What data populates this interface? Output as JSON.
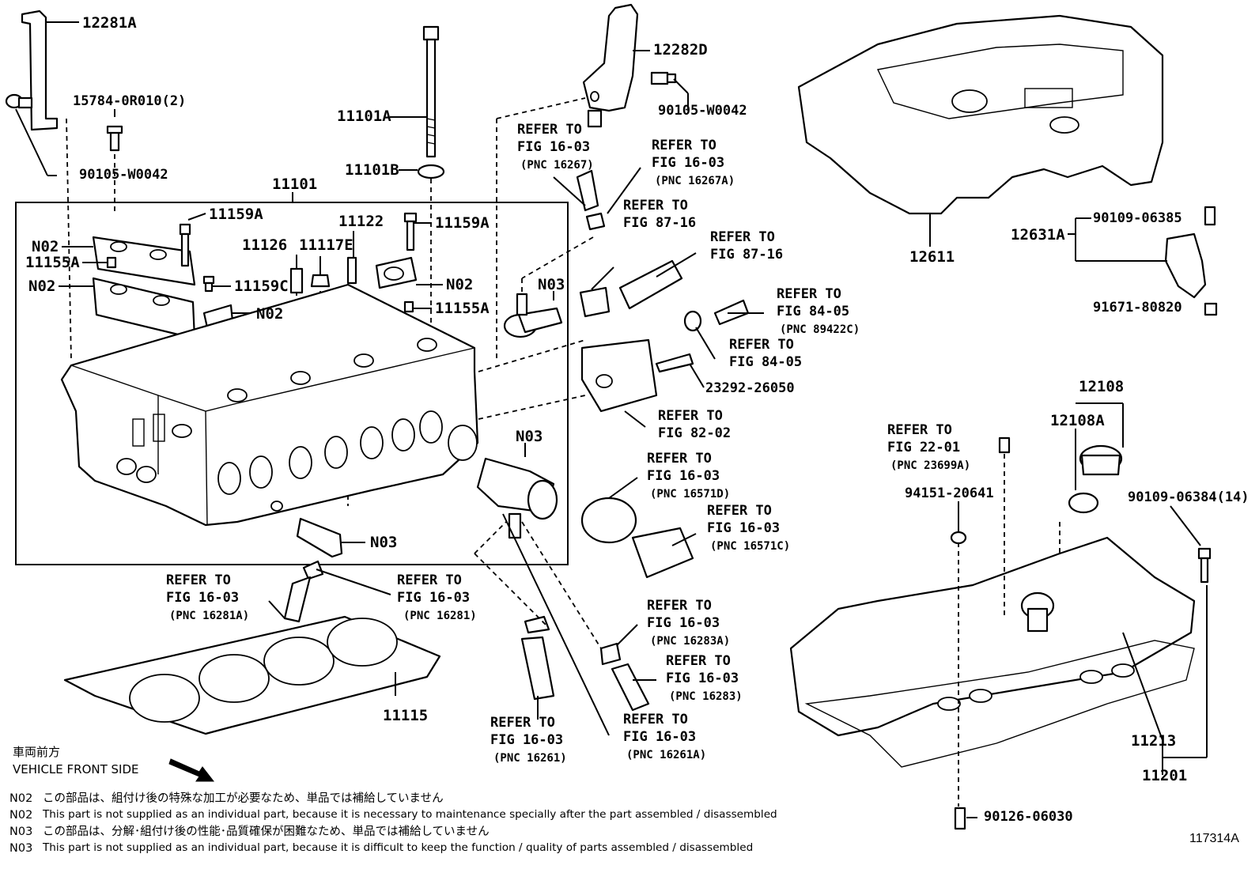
{
  "diagram": {
    "figure_id": "117314A",
    "group_box_label": "11101",
    "part_labels": {
      "p12281A": "12281A",
      "p15784": "15784-0R010(2)",
      "p90105a": "90105-W0042",
      "p11101A": "11101A",
      "p11101B": "11101B",
      "p12282D": "12282D",
      "p90105b": "90105-W0042",
      "p11159A_1": "11159A",
      "p11159A_2": "11159A",
      "p11159C": "11159C",
      "p11155A_1": "11155A",
      "p11155A_2": "11155A",
      "p11126": "11126",
      "p11117E": "11117E",
      "p11122": "11122",
      "pN02_1": "N02",
      "pN02_2": "N02",
      "pN02_3": "N02",
      "pN02_4": "N02",
      "pN03_1": "N03",
      "pN03_2": "N03",
      "pN03_3": "N03",
      "p12611": "12611",
      "p12631A": "12631A",
      "p90109_06385": "90109-06385",
      "p91671": "91671-80820",
      "p23292": "23292-26050",
      "p12108": "12108",
      "p12108A": "12108A",
      "p94151": "94151-20641",
      "p90109_06384": "90109-06384(14)",
      "p11115": "11115",
      "p11213": "11213",
      "p11201": "11201",
      "p90126": "90126-06030"
    },
    "refers": [
      {
        "l1": "REFER TO",
        "l2": "FIG 16-03",
        "l3": "(PNC 16267)"
      },
      {
        "l1": "REFER TO",
        "l2": "FIG 16-03",
        "l3": "(PNC 16267A)"
      },
      {
        "l1": "REFER TO",
        "l2": "FIG 87-16",
        "l3": ""
      },
      {
        "l1": "REFER TO",
        "l2": "FIG 87-16",
        "l3": ""
      },
      {
        "l1": "REFER TO",
        "l2": "FIG 84-05",
        "l3": "(PNC 89422C)"
      },
      {
        "l1": "REFER TO",
        "l2": "FIG 84-05",
        "l3": ""
      },
      {
        "l1": "REFER TO",
        "l2": "FIG 82-02",
        "l3": ""
      },
      {
        "l1": "REFER TO",
        "l2": "FIG 16-03",
        "l3": "(PNC 16571D)"
      },
      {
        "l1": "REFER TO",
        "l2": "FIG 16-03",
        "l3": "(PNC 16571C)"
      },
      {
        "l1": "REFER TO",
        "l2": "FIG 16-03",
        "l3": "(PNC 16283A)"
      },
      {
        "l1": "REFER TO",
        "l2": "FIG 16-03",
        "l3": "(PNC 16283)"
      },
      {
        "l1": "REFER TO",
        "l2": "FIG 16-03",
        "l3": "(PNC 16261A)"
      },
      {
        "l1": "REFER TO",
        "l2": "FIG 16-03",
        "l3": "(PNC 16261)"
      },
      {
        "l1": "REFER TO",
        "l2": "FIG 16-03",
        "l3": "(PNC 16281A)"
      },
      {
        "l1": "REFER TO",
        "l2": "FIG 16-03",
        "l3": "(PNC 16281)"
      },
      {
        "l1": "REFER TO",
        "l2": "FIG 22-01",
        "l3": "(PNC 23699A)"
      }
    ],
    "vehicle_front": {
      "jp": "車両前方",
      "en": "VEHICLE FRONT SIDE"
    },
    "notes": [
      {
        "code": "N02",
        "text": "この部品は、組付け後の特殊な加工が必要なため、単品では補給していません"
      },
      {
        "code": "N02",
        "text": "This part is not supplied as an individual part, because it is necessary to maintenance specially after the part assembled / disassembled"
      },
      {
        "code": "N03",
        "text": "この部品は、分解･組付け後の性能･品質確保が困難なため、単品では補給していません"
      },
      {
        "code": "N03",
        "text": "This part is not supplied as an individual part, because it is difficult to keep the function / quality of parts  assembled / disassembled"
      }
    ]
  }
}
